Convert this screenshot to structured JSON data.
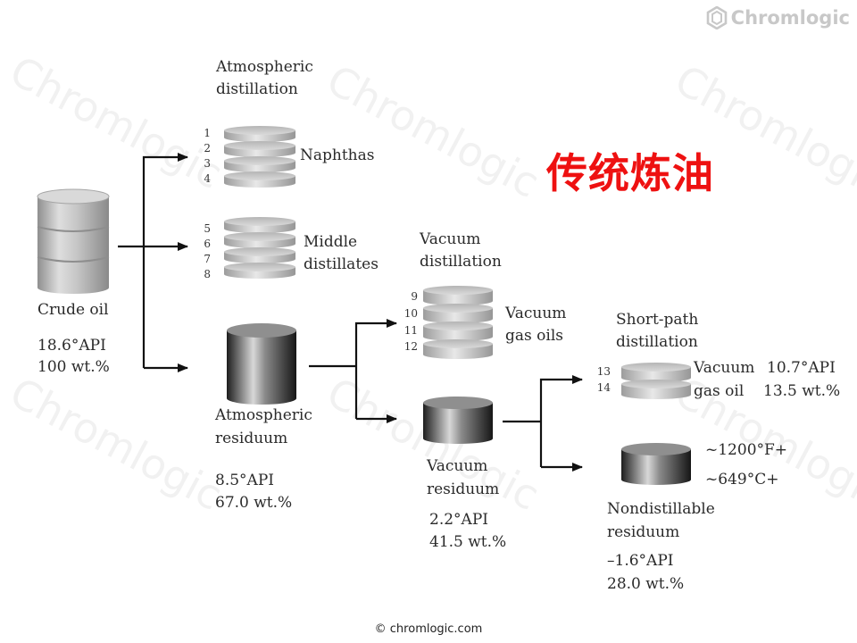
{
  "brand": {
    "logo_text": "Chromlogic",
    "watermark": "Chromlogic"
  },
  "title_zh": "传统炼油",
  "copyright": "© chromlogic.com",
  "crude": {
    "label": "Crude oil",
    "api": "18.6°API",
    "wt": "100 wt.%"
  },
  "atmospheric": {
    "heading_1": "Atmospheric",
    "heading_2": "distillation",
    "naphthas": "Naphthas",
    "middle_1": "Middle",
    "middle_2": "distillates",
    "trays": [
      "1",
      "2",
      "3",
      "4",
      "5",
      "6",
      "7",
      "8"
    ],
    "residuum_1": "Atmospheric",
    "residuum_2": "residuum",
    "residuum_api": "8.5°API",
    "residuum_wt": "67.0 wt.%"
  },
  "vacuum": {
    "heading_1": "Vacuum",
    "heading_2": "distillation",
    "gasoils_1": "Vacuum",
    "gasoils_2": "gas oils",
    "trays": [
      "9",
      "10",
      "11",
      "12"
    ],
    "residuum_1": "Vacuum",
    "residuum_2": "residuum",
    "residuum_api": "2.2°API",
    "residuum_wt": "41.5 wt.%"
  },
  "shortpath": {
    "heading_1": "Short-path",
    "heading_2": "distillation",
    "trays": [
      "13",
      "14"
    ],
    "gasoil_1": "Vacuum",
    "gasoil_2": "gas oil",
    "gasoil_api": "10.7°API",
    "gasoil_wt": "13.5 wt.%",
    "temp_f": "~1200°F+",
    "temp_c": "~649°C+",
    "residuum_1": "Nondistillable",
    "residuum_2": "residuum",
    "residuum_api": "–1.6°API",
    "residuum_wt": "28.0 wt.%"
  }
}
